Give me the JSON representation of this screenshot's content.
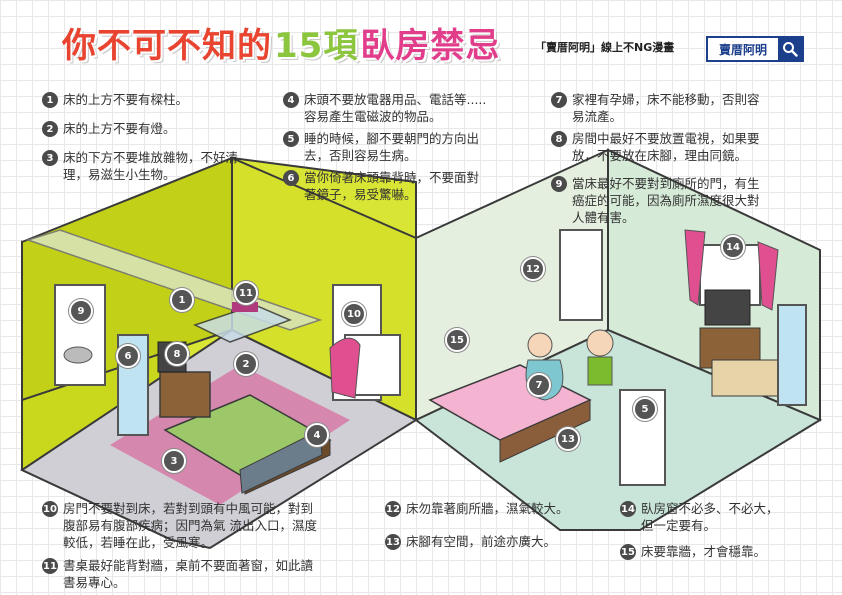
{
  "title": {
    "part1": "你不可不知的",
    "part2": "15項",
    "part3": "臥房禁忌"
  },
  "credit": "「賣厝阿明」線上不NG漫畫",
  "brand": {
    "label": "賣厝阿明"
  },
  "icons": {
    "search": "search-icon"
  },
  "colors": {
    "title_red": "#e8442f",
    "title_green": "#8cc63f",
    "title_pink": "#e23d8b",
    "brand_blue": "#1c3f8c",
    "wall_yellow": "#cbdc1e",
    "wall_mint": "#dcefe2"
  },
  "tips": [
    {
      "num": "1",
      "text": "床的上方不要有樑柱。"
    },
    {
      "num": "2",
      "text": "床的上方不要有燈。"
    },
    {
      "num": "3",
      "text": "床的下方不要堆放雜物，不好清\n理，易滋生小生物。"
    },
    {
      "num": "4",
      "text": "床頭不要放電器用品、電話等.....\n容易產生電磁波的物品。"
    },
    {
      "num": "5",
      "text": "睡的時候，腳不要朝門的方向出\n去，否則容易生病。"
    },
    {
      "num": "6",
      "text": "當你倚著床頭靠背時，不要面對\n著鏡子，易受驚嚇。"
    },
    {
      "num": "7",
      "text": "家裡有孕婦，床不能移動，否則容\n易流產。"
    },
    {
      "num": "8",
      "text": "房間中最好不要放置電視，如果要\n放，不要放在床腳，理由同鏡。"
    },
    {
      "num": "9",
      "text": "當床最好不要對到廁所的門，有生\n癌症的可能，因為廁所濕度很大對\n人體有害。"
    },
    {
      "num": "10",
      "text": "房門不要對到床，若對到頭有中風可能，對到\n腹部易有腹部疾病；因門為氣  流出入口，濕度\n較低，若睡在此，受風寒。"
    },
    {
      "num": "11",
      "text": "書桌最好能背對牆，桌前不要面著窗，如此讀\n書易專心。"
    },
    {
      "num": "12",
      "text": "床勿靠著廁所牆，濕氣較大。"
    },
    {
      "num": "13",
      "text": "床腳有空間，前途亦廣大。"
    },
    {
      "num": "14",
      "text": "臥房窗不必多、不必大，\n但一定要有。"
    },
    {
      "num": "15",
      "text": "床要靠牆，才會穩靠。"
    }
  ],
  "scene_markers": [
    "1",
    "2",
    "3",
    "4",
    "5",
    "6",
    "7",
    "8",
    "9",
    "10",
    "11",
    "12",
    "13",
    "14",
    "15"
  ]
}
